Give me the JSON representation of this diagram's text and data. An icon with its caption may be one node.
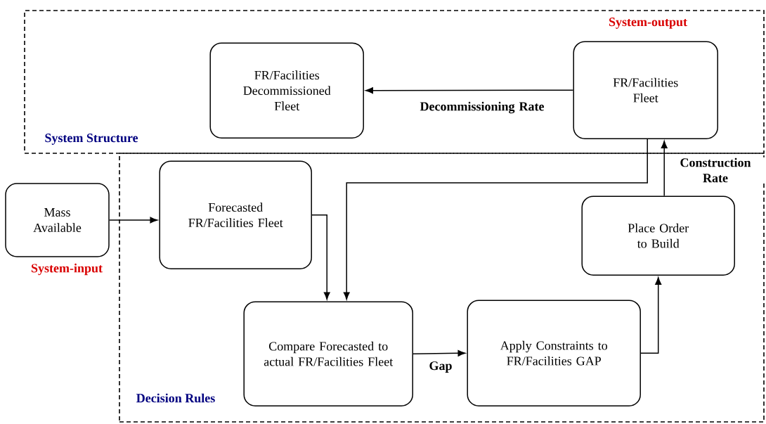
{
  "diagram": {
    "nodes": [
      {
        "text": [
          "System Structure"
        ]
      },
      {
        "text": [
          "FR/Facilities Decommissioned Fleet"
        ],
        "in": 0
      },
      {
        "text": [
          "FR/Facilities Fleet"
        ],
        "in": 0,
        "beside": [
          "System-output"
        ]
      },
      {
        "text": [
          "Mass Available"
        ],
        "beside": [
          "System-input"
        ]
      },
      {
        "text": [
          "Decision Rules"
        ]
      },
      {
        "text": [
          "Forecasted FR/Facilities Fleet"
        ],
        "in": 4
      },
      {
        "text": [
          "Compare Forecasted to actual FR/Facilities Fleet"
        ],
        "in": 4
      },
      {
        "text": [
          "Apply Constraints to FR/Facilities GAP"
        ],
        "in": 4
      },
      {
        "text": [
          "Place Order to Build"
        ],
        "in": 4
      }
    ],
    "edges": [
      {
        "from": 2,
        "to": 1,
        "arrow": "to",
        "label": "Decommissioning Rate"
      },
      {
        "from": 3,
        "to": 5,
        "arrow": "to"
      },
      {
        "from": 5,
        "to": 6,
        "arrow": "to"
      },
      {
        "from": 2,
        "to": 6,
        "arrow": "to"
      },
      {
        "from": 6,
        "to": 7,
        "arrow": "to",
        "label": "Gap"
      },
      {
        "from": 7,
        "to": 8,
        "arrow": "to"
      },
      {
        "from": 8,
        "to": 2,
        "arrow": "to",
        "label": "Construction Rate"
      }
    ]
  }
}
